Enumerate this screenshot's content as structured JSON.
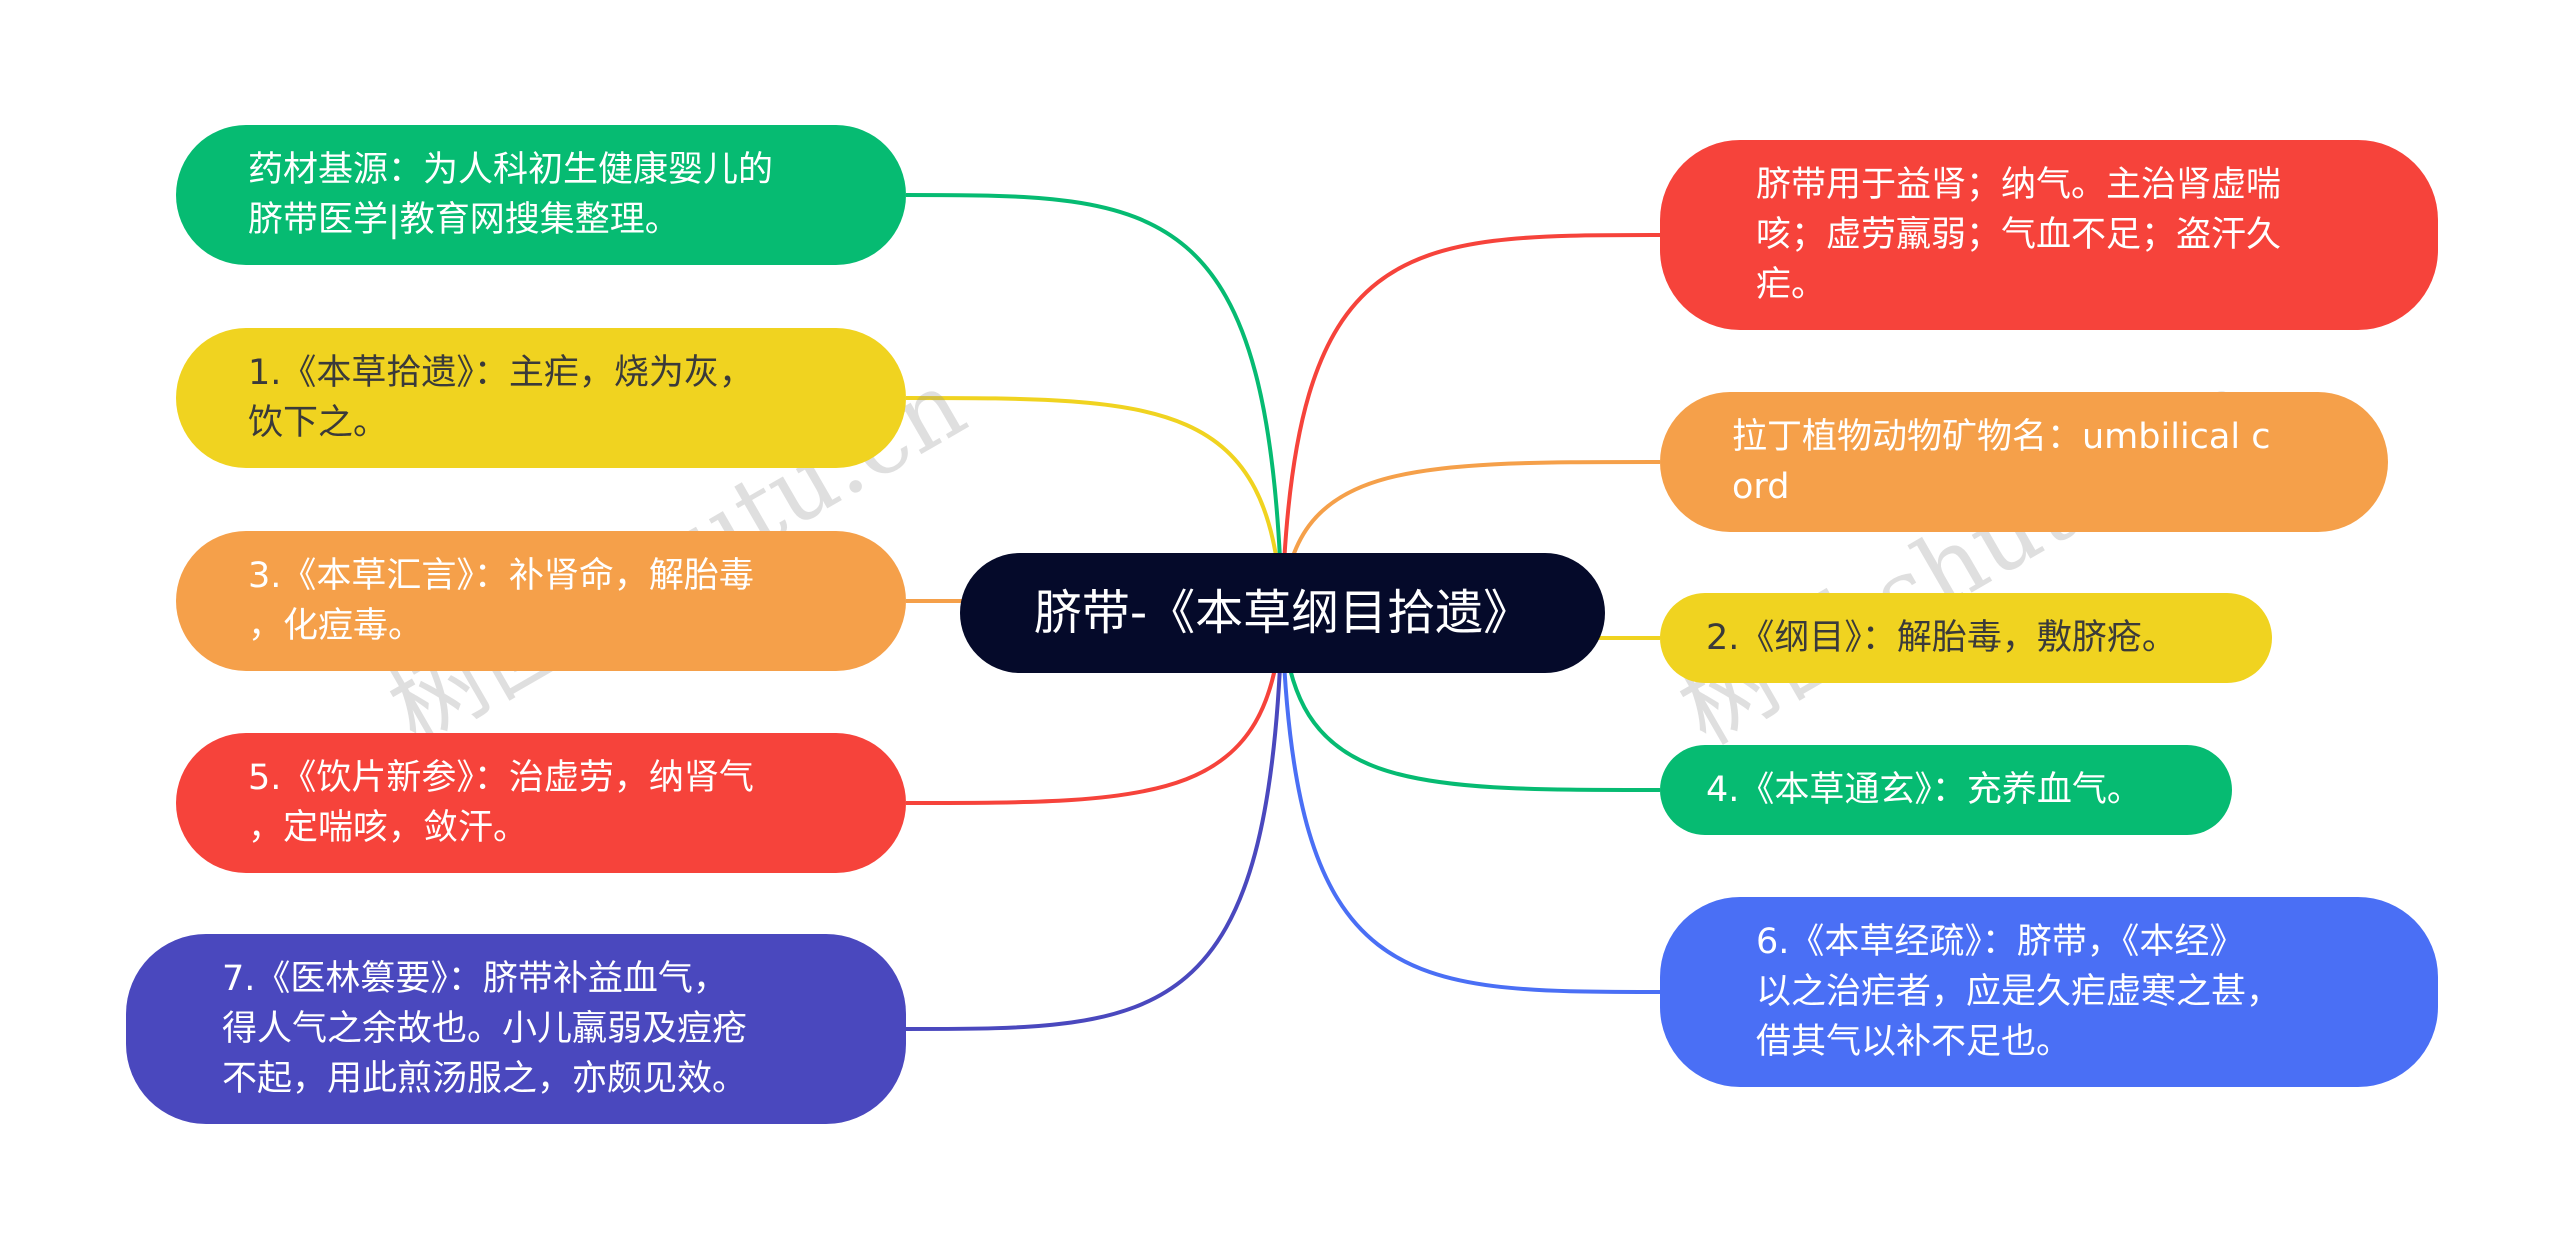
{
  "root": {
    "label": "脐带-《本草纲目拾遗》"
  },
  "watermarks": [
    "树图 shutu.cn",
    "树图 shutu.cn"
  ],
  "colors": {
    "green": "#06bb72",
    "yellow": "#f0d320",
    "orange": "#f5a04a",
    "red": "#f6433b",
    "indigo": "#4a48be",
    "blue": "#4a6ff5",
    "root": "#050a2a"
  },
  "left_nodes": [
    {
      "text": "药材基源：为人科初生健康婴儿的\n脐带医学|教育网搜集整理。",
      "color": "green"
    },
    {
      "text": "1.《本草拾遗》：主疟，烧为灰，\n饮下之。",
      "color": "yellow",
      "dark_text": true
    },
    {
      "text": "3.《本草汇言》：补肾命，解胎毒\n，化痘毒。",
      "color": "orange"
    },
    {
      "text": "5.《饮片新参》：治虚劳，纳肾气\n，定喘咳，敛汗。",
      "color": "red"
    },
    {
      "text": "7.《医林篡要》：脐带补益血气，\n得人气之余故也。小儿羸弱及痘疮\n不起，用此煎汤服之，亦颇见效。",
      "color": "indigo"
    }
  ],
  "right_nodes": [
    {
      "text": "脐带用于益肾；纳气。主治肾虚喘\n咳；虚劳羸弱；气血不足；盗汗久\n疟。",
      "color": "red"
    },
    {
      "text": "拉丁植物动物矿物名：umbilical c\nord",
      "color": "orange"
    },
    {
      "text": "2.《纲目》：解胎毒，敷脐疮。",
      "color": "yellow",
      "dark_text": true
    },
    {
      "text": "4.《本草通玄》：充养血气。",
      "color": "green"
    },
    {
      "text": "6.《本草经疏》：脐带，《本经》\n以之治疟者，应是久疟虚寒之甚，\n借其气以补不足也。",
      "color": "blue"
    }
  ]
}
